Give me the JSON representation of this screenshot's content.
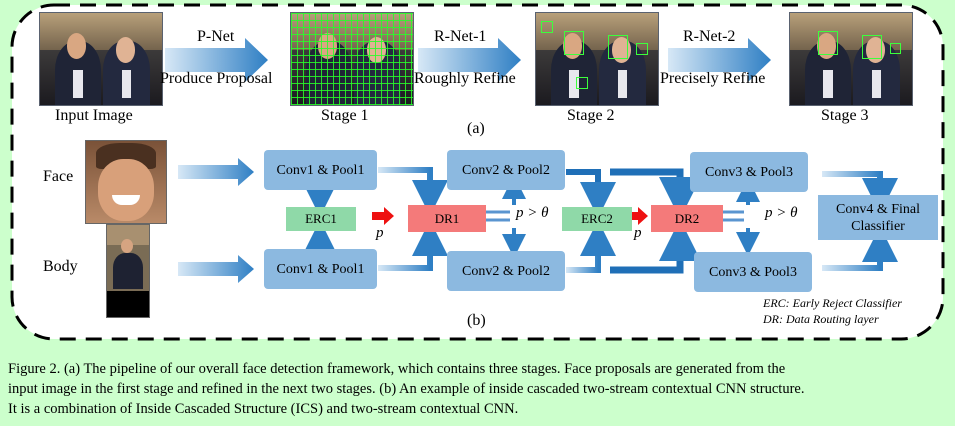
{
  "stage_labels": {
    "input": "Input Image",
    "stage1": "Stage 1",
    "stage2": "Stage 2",
    "stage3": "Stage 3"
  },
  "pipeline_arrows": {
    "pnet_name": "P-Net",
    "pnet_action": "Produce Proposal",
    "rnet1_name": "R-Net-1",
    "rnet1_action": "Roughly Refine",
    "rnet2_name": "R-Net-2",
    "rnet2_action": "Precisely Refine"
  },
  "sub_a": "(a)",
  "sub_b": "(b)",
  "streams": {
    "face": "Face",
    "body": "Body"
  },
  "blocks": {
    "conv1_face": "Conv1 & Pool1",
    "conv1_body": "Conv1 & Pool1",
    "erc1": "ERC1",
    "dr1": "DR1",
    "conv2_face": "Conv2 & Pool2",
    "conv2_body": "Conv2 & Pool2",
    "erc2": "ERC2",
    "dr2": "DR2",
    "conv3_face": "Conv3 & Pool3",
    "conv3_body": "Conv3 & Pool3",
    "conv4_line1": "Conv4 & Final",
    "conv4_line2": "Classifier"
  },
  "symbols": {
    "p1": "p",
    "p2": "p",
    "cond1": "p > θ",
    "cond2": "p > θ"
  },
  "legend": {
    "erc": "ERC: Early Reject Classifier",
    "dr": "DR: Data Routing layer"
  },
  "caption": {
    "line1": "Figure 2. (a) The pipeline of our overall face detection framework, which contains three stages. Face proposals are generated from the",
    "line2": "input image in the first stage and refined in the next two stages. (b) An example of inside cascaded two-stream contextual CNN structure.",
    "line3": "It is a combination of Inside Cascaded Structure (ICS) and two-stream contextual CNN."
  },
  "colors": {
    "cnn_block": "#8cb9e0",
    "erc_block": "#8fd9a8",
    "dr_block": "#f47a7a",
    "arrow_blue": "#3d86c8",
    "caption_bg": "#ccffcc",
    "frame_bg": "#ccffcc",
    "box_green": "#3cff3c"
  }
}
